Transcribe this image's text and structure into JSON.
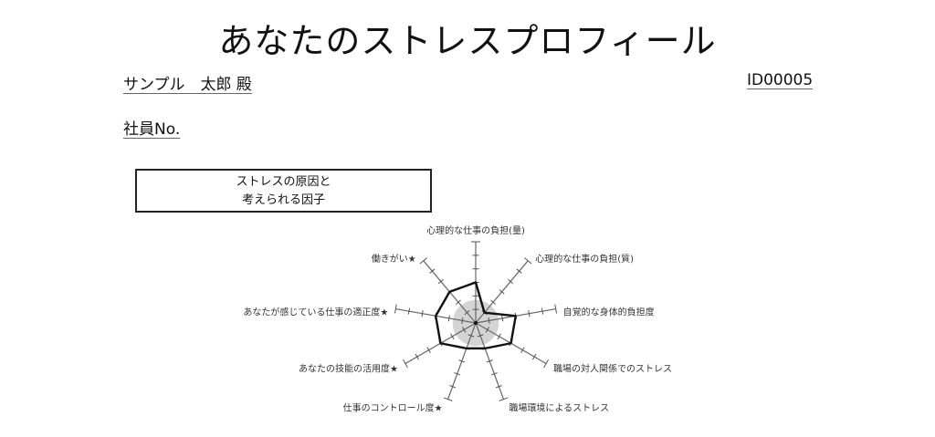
{
  "document": {
    "title": "あなたのストレスプロフィール",
    "recipient": "サンプル　太郎 殿",
    "employee_no_label": "社員No.",
    "id": "ID00005"
  },
  "section_box": {
    "line1": "ストレスの原因と",
    "line2": "考えられる因子"
  },
  "chart_data": {
    "type": "radar",
    "title": "ストレスの原因と考えられる因子",
    "axes": [
      "心理的な仕事の負担(量)",
      "心理的な仕事の負担(質)",
      "自覚的な身体的負担度",
      "職場の対人関係でのストレス",
      "職場環境によるストレス",
      "仕事のコントロール度★",
      "あなたの技能の活用度★",
      "あなたが感じている仕事の適正度★",
      "働きがい★"
    ],
    "values": [
      3,
      1,
      3,
      3,
      2,
      2,
      3,
      3,
      3
    ],
    "range": [
      0,
      6
    ],
    "reference_circle_radius": 1.7,
    "colors": {
      "line": "#111111",
      "axis": "#666666",
      "reference": "#d4d4d4"
    }
  }
}
